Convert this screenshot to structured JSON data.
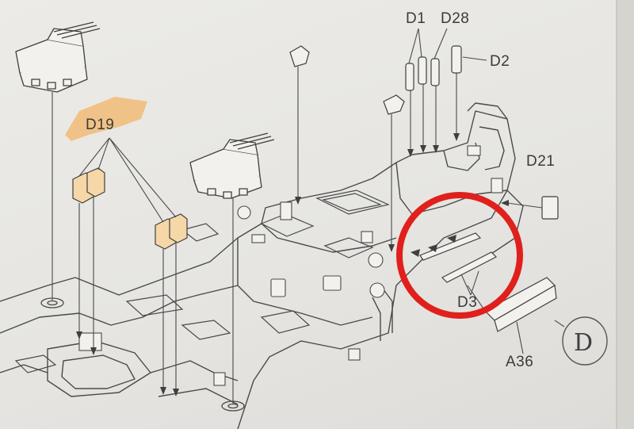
{
  "labels": {
    "d19": "D19",
    "d1": "D1",
    "d28": "D28",
    "d2": "D2",
    "d21": "D21",
    "d3": "D3",
    "a36": "A36",
    "circled_letter": "D"
  },
  "colors": {
    "paper": "#e9e8e4",
    "line": "#4a4a4a",
    "highlight": "#f6a23a",
    "circle": "#e0201c"
  }
}
